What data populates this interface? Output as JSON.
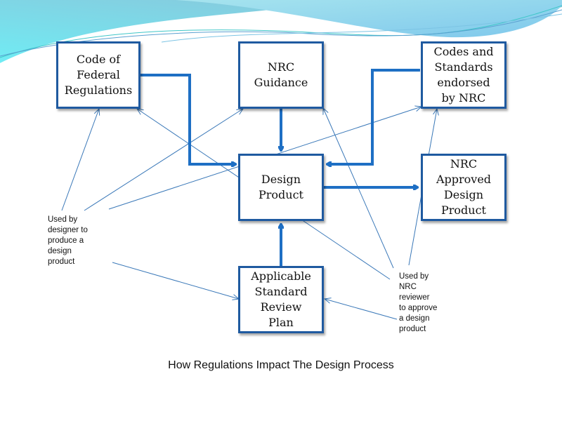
{
  "slide": {
    "caption": "How Regulations Impact The Design Process",
    "colors": {
      "box_border": "#1f5aa0",
      "flow_arrow": "#1e6fc4",
      "thin_arrow": "#3a78b8",
      "header_wave_light": "#6ee6f0",
      "header_wave_dark": "#86bfd8"
    }
  },
  "nodes": {
    "cfr": {
      "label": "Code of\nFederal\nRegulations"
    },
    "guidance": {
      "label": "NRC\nGuidance"
    },
    "codes": {
      "label": "Codes and\nStandards\nendorsed\nby NRC"
    },
    "design": {
      "label": "Design\nProduct"
    },
    "approved": {
      "label": "NRC\nApproved\nDesign\nProduct"
    },
    "srp": {
      "label": "Applicable\nStandard\nReview\nPlan"
    }
  },
  "notes": {
    "designer": "Used by\ndesigner to\nproduce a\ndesign\nproduct",
    "reviewer": "Used by\nNRC\nreviewer\nto approve\na design\nproduct"
  },
  "edges": [
    {
      "from": "cfr",
      "to": "design",
      "kind": "flow"
    },
    {
      "from": "guidance",
      "to": "design",
      "kind": "flow"
    },
    {
      "from": "codes",
      "to": "design",
      "kind": "flow"
    },
    {
      "from": "srp",
      "to": "design",
      "kind": "flow"
    },
    {
      "from": "design",
      "to": "approved",
      "kind": "flow"
    },
    {
      "from": "designer-note",
      "to": "cfr",
      "kind": "usage"
    },
    {
      "from": "designer-note",
      "to": "guidance",
      "kind": "usage"
    },
    {
      "from": "designer-note",
      "to": "codes",
      "kind": "usage"
    },
    {
      "from": "designer-note",
      "to": "srp",
      "kind": "usage"
    },
    {
      "from": "reviewer-note",
      "to": "cfr",
      "kind": "usage"
    },
    {
      "from": "reviewer-note",
      "to": "guidance",
      "kind": "usage"
    },
    {
      "from": "reviewer-note",
      "to": "codes",
      "kind": "usage"
    },
    {
      "from": "reviewer-note",
      "to": "srp",
      "kind": "usage"
    }
  ]
}
